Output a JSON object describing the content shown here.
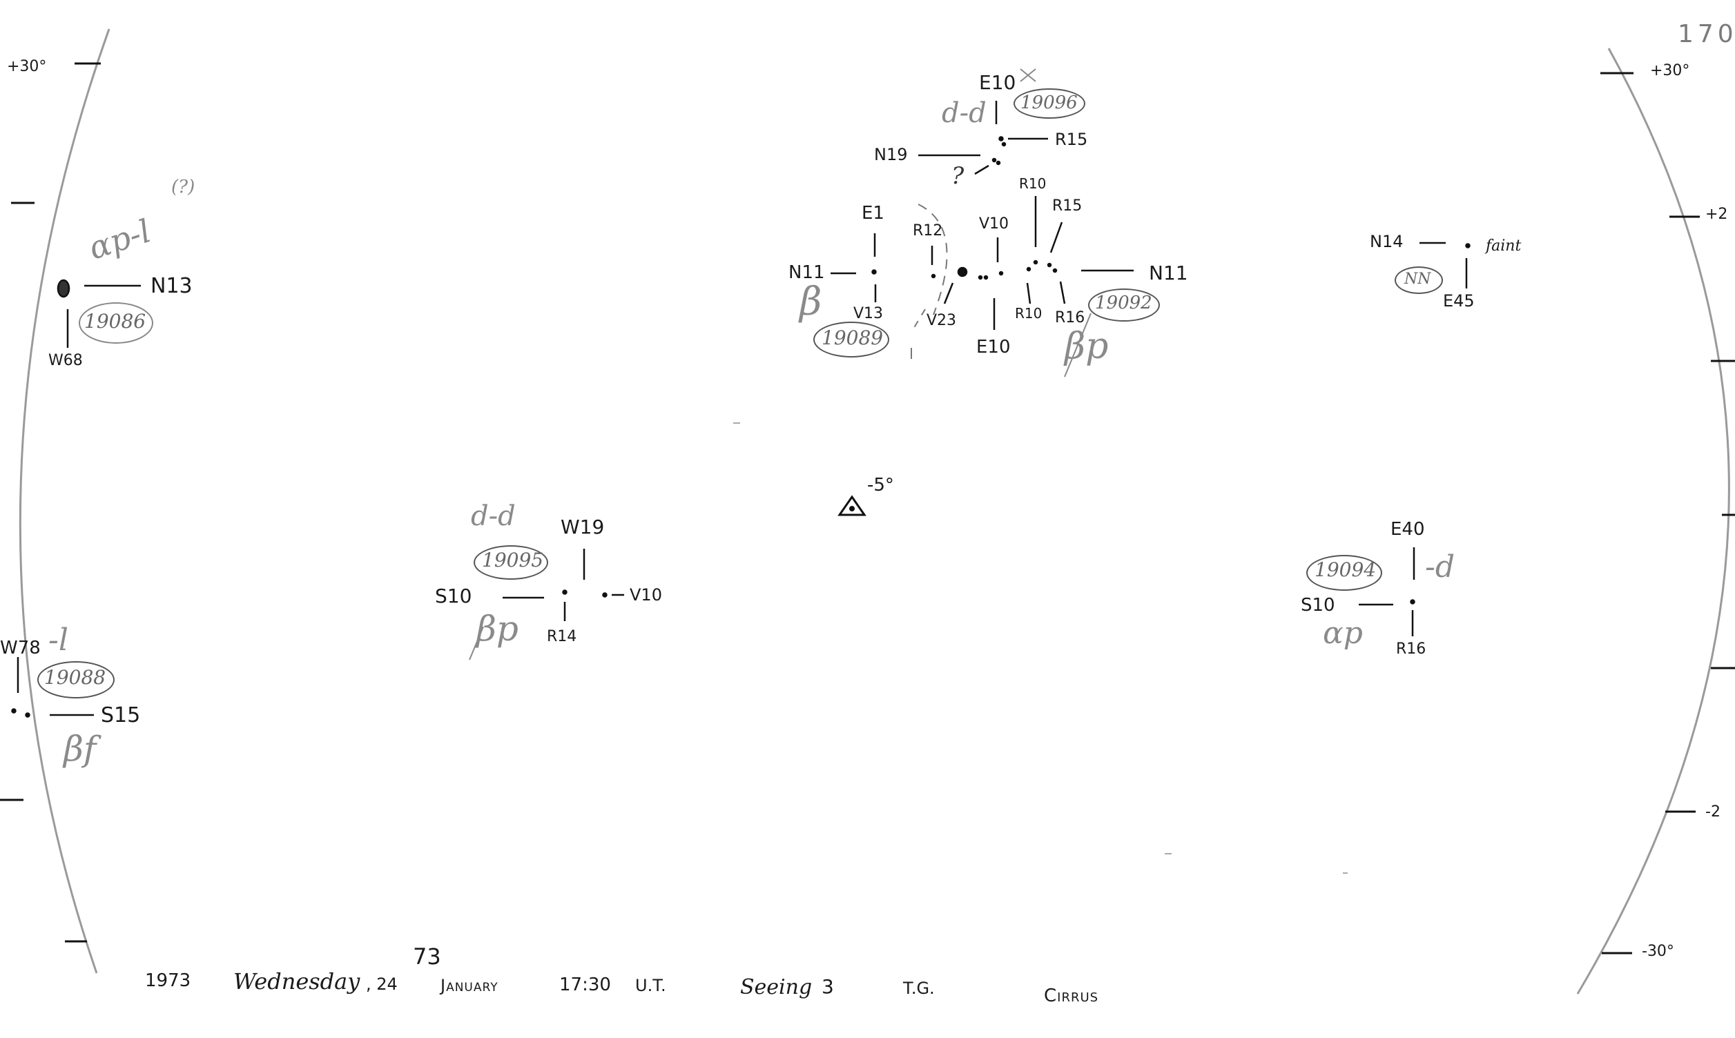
{
  "page": {
    "number": "170"
  },
  "limb": {
    "left_top": "+30°",
    "right_top": "+30°",
    "right_mid_upper": "+2",
    "right_mid_lower": "-2",
    "right_bottom": "-30°"
  },
  "center": {
    "label": "-5°"
  },
  "groups": {
    "g19096": {
      "number": "19096",
      "class": "d-d",
      "top": "E10",
      "right": "R15",
      "left": "N19",
      "question": "?"
    },
    "g19089": {
      "number": "19089",
      "class": "β",
      "top": "E1",
      "left": "N11",
      "penumbra": "V13",
      "spot": "R12",
      "bottom": "V23"
    },
    "g19092": {
      "number": "19092",
      "class": "βp",
      "top_left": "V10",
      "top_mid": "R10",
      "top_right": "R15",
      "right": "N11",
      "bottom_left": "E10",
      "bottom_mid": "R10",
      "bottom_right": "R16"
    },
    "g19086": {
      "number": "19086",
      "class": "αp-l",
      "note": "(?)",
      "right": "N13",
      "bottom": "W68"
    },
    "gNN": {
      "number": "NN",
      "left": "N14",
      "note": "faint",
      "bottom": "E45"
    },
    "g19095": {
      "number": "19095",
      "class": "d-d",
      "subclass": "βp",
      "top": "W19",
      "left": "S10",
      "right": "V10",
      "bottom": "R14"
    },
    "g19094": {
      "number": "19094",
      "class": "-d",
      "subclass": "αp",
      "top": "E40",
      "left": "S10",
      "bottom": "R16"
    },
    "g19088": {
      "number": "19088",
      "class": "-l",
      "subclass": "βf",
      "top": "W78",
      "right": "S15"
    }
  },
  "footer": {
    "year": "1973",
    "day": "Wednesday",
    "date": ", 24",
    "date_note": "73",
    "month": "January",
    "time": "17:30",
    "timezone": "U.T.",
    "seeing": "Seeing",
    "seeing_value": "3",
    "observer": "T.G.",
    "conditions": "Cirrus"
  }
}
